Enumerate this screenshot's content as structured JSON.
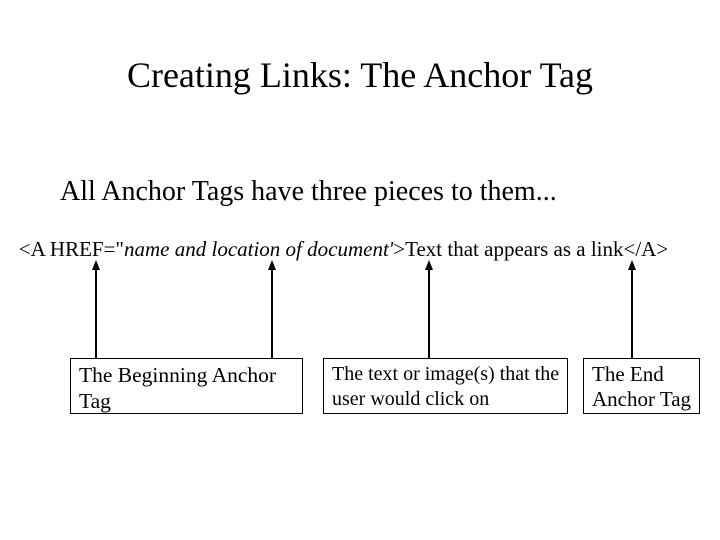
{
  "colors": {
    "foreground": "#000000",
    "background": "#ffffff"
  },
  "slide": {
    "title": "Creating Links: The Anchor Tag",
    "subtitle": "All Anchor Tags have three pieces to them...",
    "code": {
      "prefix": "<A HREF=\"",
      "href_value": "name and location of document'",
      "gt": ">",
      "link_text": "Text that appears as a link",
      "close_tag": "</A>"
    },
    "callouts": [
      {
        "lines": [
          "The Beginning Anchor",
          "Tag"
        ]
      },
      {
        "lines": [
          "The text or image(s) that the",
          "user would click on"
        ]
      },
      {
        "lines": [
          "The End",
          "Anchor Tag"
        ]
      }
    ]
  }
}
